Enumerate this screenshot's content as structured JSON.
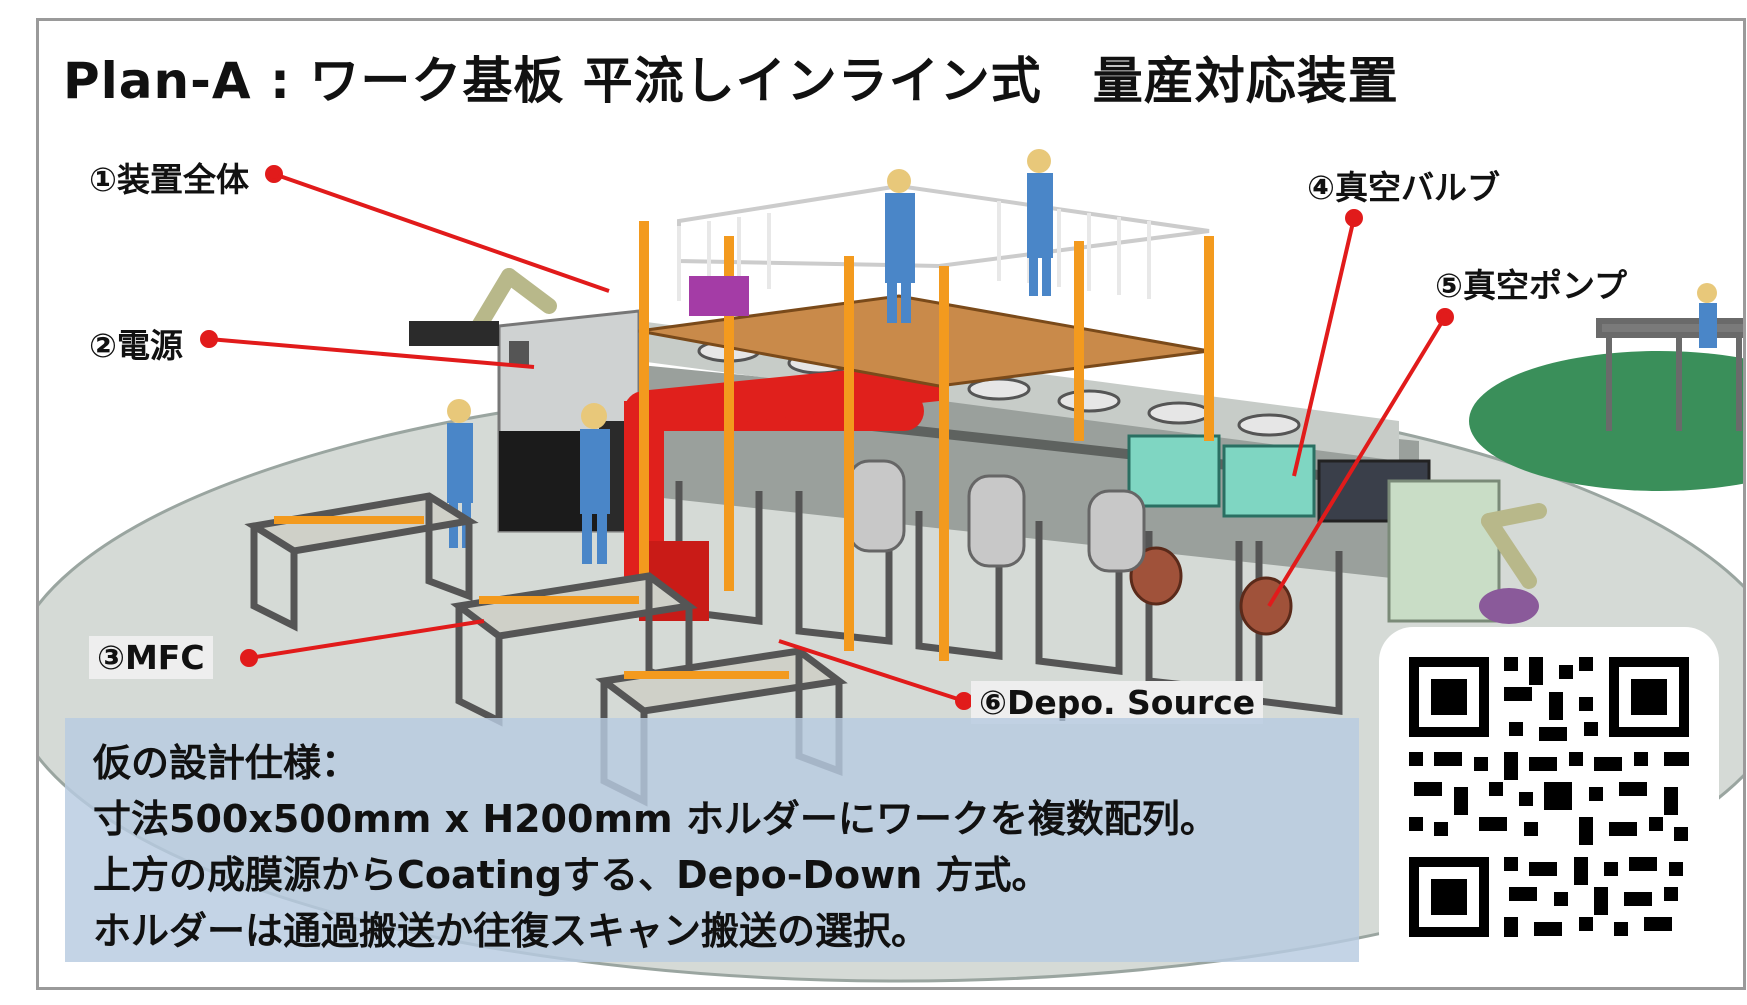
{
  "title": "Plan-A : ワーク基板 平流しインライン式　量産対応装置",
  "callouts": [
    {
      "id": 1,
      "label": "①装置全体"
    },
    {
      "id": 2,
      "label": "②電源"
    },
    {
      "id": 3,
      "label": "③MFC"
    },
    {
      "id": 4,
      "label": "④真空バルブ"
    },
    {
      "id": 5,
      "label": "⑤真空ポンプ"
    },
    {
      "id": 6,
      "label": "⑥Depo. Source"
    }
  ],
  "spec": {
    "heading": "仮の設計仕様：",
    "lines": [
      "寸法500x500mm x H200mm ホルダーにワークを複数配列。",
      "上方の成膜源からCoatingする、Depo-Down 方式。",
      "ホルダーは通過搬送か往復スキャン搬送の選択。"
    ]
  },
  "colors": {
    "callout_line": "#e11b1b",
    "frame_orange": "#f39a1e",
    "duct_red": "#e0201c",
    "worker_blue": "#4a86c8",
    "platform_wood": "#c98a4a",
    "spec_box": "#b7cae0",
    "floor": "#d5dad6",
    "floor_green": "#3a8f5a"
  }
}
